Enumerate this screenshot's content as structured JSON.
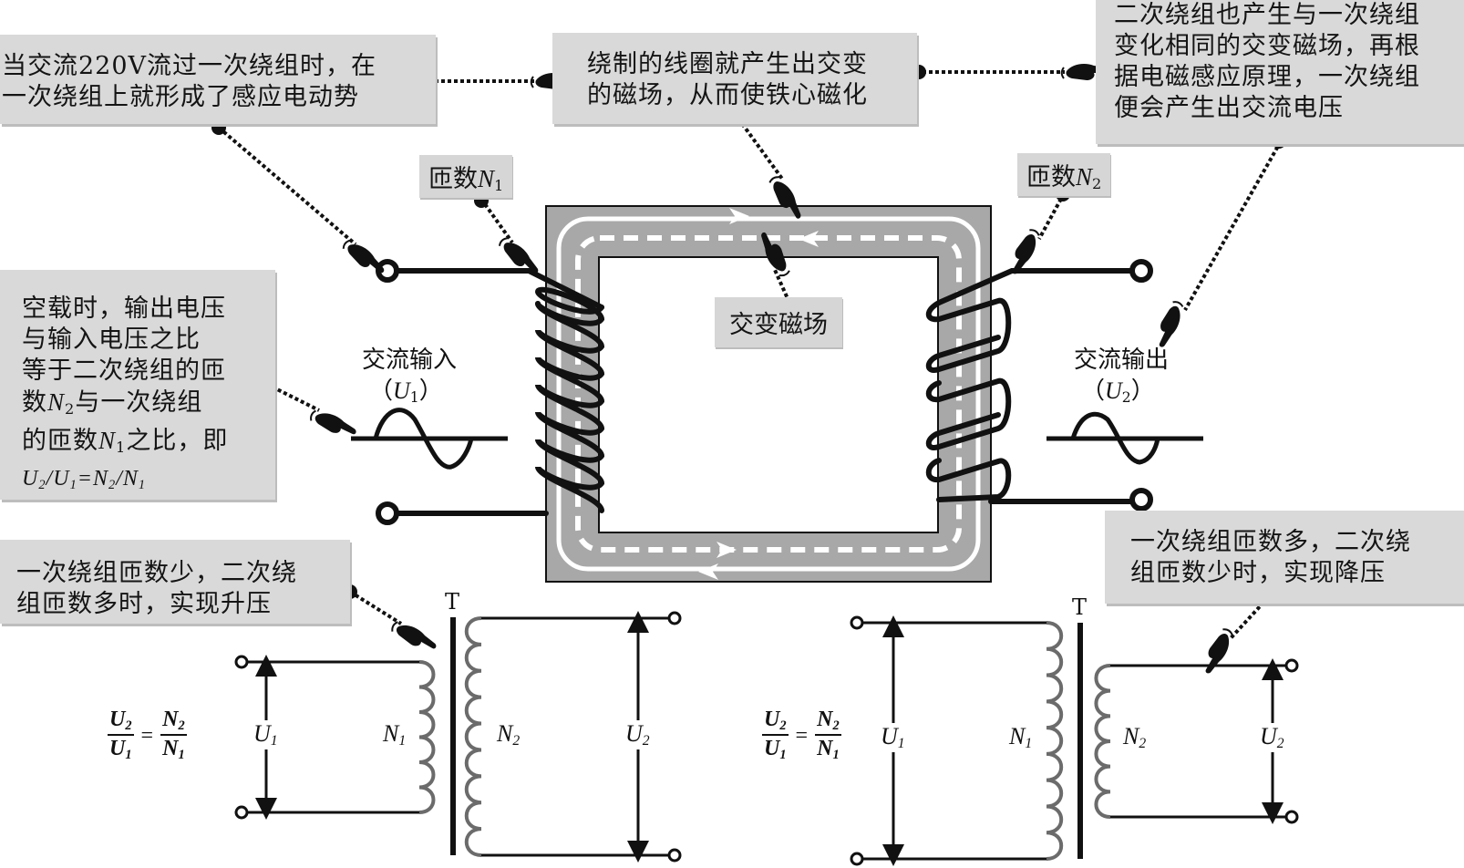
{
  "notes": {
    "primary_emf": [
      "当交流220V流过一次绕组时，在",
      "一次绕组上就形成了感应电动势"
    ],
    "magnetize": [
      "绕制的线圈就产生出交变",
      "的磁场，从而使铁心磁化"
    ],
    "secondary": [
      "二次绕组也产生与一次绕组",
      "变化相同的交变磁场，再根",
      "据电磁感应原理，一次绕组",
      "便会产生出交流电压"
    ],
    "no_load": [
      "空载时，输出电压",
      "与输入电压之比",
      "等于二次绕组的匝"
    ],
    "no_load_l4_pre": "数",
    "no_load_l4_var": "N",
    "no_load_l4_sub": "2",
    "no_load_l4_post": "与一次绕组",
    "no_load_l5_pre": "的匝数",
    "no_load_l5_var": "N",
    "no_load_l5_sub": "1",
    "no_load_l5_post": "之比，即",
    "no_load_formula": {
      "u2": "U",
      "s2": "2",
      "slash1": "/",
      "u1": "U",
      "s1": "1",
      "eq": "=",
      "n2": "N",
      "sn2": "2",
      "slash2": "/",
      "n1": "N",
      "sn1": "1"
    },
    "step_up": [
      "一次绕组匝数少，二次绕",
      "组匝数多时，实现升压"
    ],
    "step_down": [
      "一次绕组匝数多，二次绕",
      "组匝数少时，实现降压"
    ]
  },
  "tags": {
    "turns_n1": {
      "prefix": "匝数",
      "var": "N",
      "sub": "1"
    },
    "turns_n2": {
      "prefix": "匝数",
      "var": "N",
      "sub": "2"
    },
    "alternating_field": "交变磁场"
  },
  "labels": {
    "ac_input": "交流输入",
    "ac_input_sym": {
      "open": "（",
      "var": "U",
      "sub": "1",
      "close": "）"
    },
    "ac_output": "交流输出",
    "ac_output_sym": {
      "open": "（",
      "var": "U",
      "sub": "2",
      "close": "）"
    }
  },
  "schematics": [
    {
      "name": "step-up",
      "core_label": "T",
      "primary_voltage": "U",
      "primary_voltage_sub": "1",
      "primary_winding": "N",
      "primary_winding_sub": "1",
      "secondary_winding": "N",
      "secondary_winding_sub": "2",
      "secondary_voltage": "U",
      "secondary_voltage_sub": "2",
      "formula": {
        "num_l": "U",
        "num_l_sub": "2",
        "den_l": "U",
        "den_l_sub": "1",
        "eq": "=",
        "num_r": "N",
        "num_r_sub": "2",
        "den_r": "N",
        "den_r_sub": "1"
      }
    },
    {
      "name": "step-down",
      "core_label": "T",
      "primary_voltage": "U",
      "primary_voltage_sub": "1",
      "primary_winding": "N",
      "primary_winding_sub": "1",
      "secondary_winding": "N",
      "secondary_winding_sub": "2",
      "secondary_voltage": "U",
      "secondary_voltage_sub": "2",
      "formula": {
        "num_l": "U",
        "num_l_sub": "2",
        "den_l": "U",
        "den_l_sub": "1",
        "eq": "=",
        "num_r": "N",
        "num_r_sub": "2",
        "den_r": "N",
        "den_r_sub": "1"
      }
    }
  ],
  "colors": {
    "note_bg": "#d9d9d9",
    "core": "#a6a6a6",
    "coil": "#111111",
    "schematic_coil": "#6b6b6b"
  }
}
